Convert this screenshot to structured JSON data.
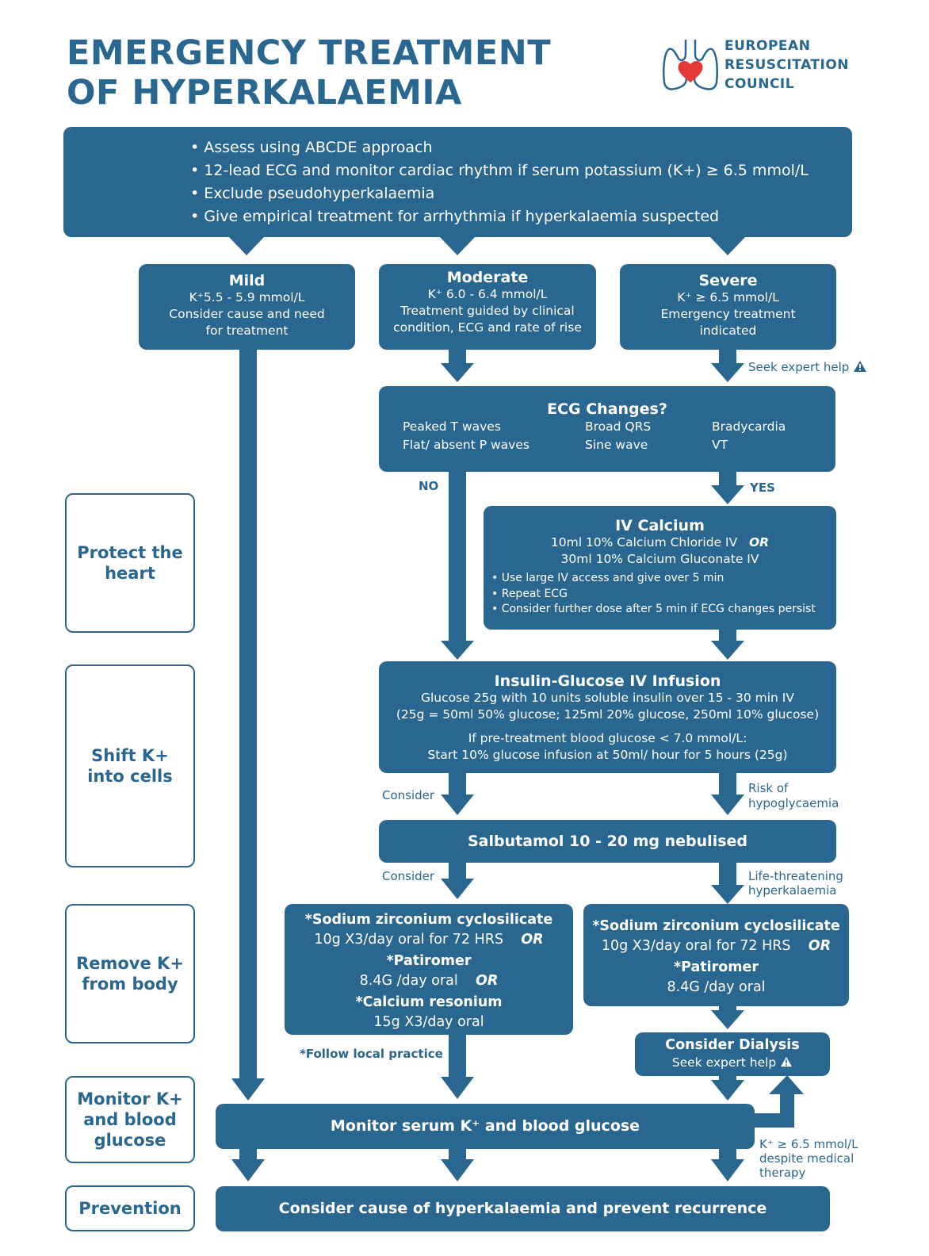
{
  "title": {
    "line1": "EMERGENCY TREATMENT",
    "line2": "OF HYPERKALAEMIA"
  },
  "logo": {
    "line1": "EUROPEAN",
    "line2": "RESUSCITATION",
    "line3": "COUNCIL",
    "icon": "lungs-heart-icon",
    "heart_color": "#e53935"
  },
  "colors": {
    "primary": "#2a6790",
    "text_on_primary": "#ffffff"
  },
  "assess": {
    "items": [
      "Assess using ABCDE approach",
      "12-lead ECG and monitor cardiac rhythm if serum potassium (K+) ≥ 6.5 mmol/L",
      "Exclude pseudohyperkalaemia",
      "Give empirical treatment for arrhythmia if hyperkalaemia suspected"
    ]
  },
  "mild": {
    "heading": "Mild",
    "line1": "K⁺5.5 - 5.9 mmol/L",
    "line2": "Consider cause and need",
    "line3": "for treatment"
  },
  "moderate": {
    "heading": "Moderate",
    "line1": "K⁺ 6.0 - 6.4 mmol/L",
    "line2": "Treatment guided by clinical",
    "line3": "condition, ECG and rate of rise"
  },
  "severe": {
    "heading": "Severe",
    "line1": "K⁺ ≥ 6.5 mmol/L",
    "line2": "Emergency treatment",
    "line3": "indicated"
  },
  "seek_expert": "Seek expert help",
  "ecg": {
    "heading": "ECG Changes?",
    "col1": [
      "Peaked T waves",
      "Flat/ absent P waves"
    ],
    "col2": [
      "Broad QRS",
      "Sine wave"
    ],
    "col3": [
      "Bradycardia",
      "VT"
    ]
  },
  "no_label": "NO",
  "yes_label": "YES",
  "iv_calcium": {
    "heading": "IV Calcium",
    "line1": "10ml 10% Calcium Chloride IV",
    "or": "OR",
    "line2": "30ml 10% Calcium Gluconate IV",
    "bullets": [
      "Use large IV access and give over 5 min",
      "Repeat ECG",
      "Consider further dose after 5 min if ECG changes persist"
    ]
  },
  "insulin": {
    "heading": "Insulin-Glucose IV Infusion",
    "line1": "Glucose 25g with 10 units soluble insulin over 15 - 30 min IV",
    "line2": "(25g = 50ml 50% glucose; 125ml 20% glucose, 250ml 10% glucose)",
    "line3": "If pre-treatment blood glucose < 7.0 mmol/L:",
    "line4": "Start 10% glucose infusion at 50ml/ hour for 5 hours (25g)"
  },
  "consider_label": "Consider",
  "risk_label": {
    "line1": "Risk of",
    "line2": "hypoglycaemia"
  },
  "salbutamol": "Salbutamol 10 - 20 mg nebulised",
  "life_label": {
    "line1": "Life-threatening",
    "line2": "hyperkalaemia"
  },
  "remove_left": {
    "d1": "*Sodium zirconium cyclosilicate",
    "d1_dose": "10g X3/day oral for 72 HRS",
    "or": "OR",
    "d2": "*Patiromer",
    "d2_dose": "8.4G /day oral",
    "d3": "*Calcium resonium",
    "d3_dose": "15g X3/day oral"
  },
  "remove_right": {
    "d1": "*Sodium zirconium cyclosilicate",
    "d1_dose": "10g X3/day oral for 72 HRS",
    "or": "OR",
    "d2": "*Patiromer",
    "d2_dose": "8.4G /day oral"
  },
  "follow_local": "*Follow local practice",
  "dialysis": {
    "heading": "Consider  Dialysis",
    "line": "Seek expert help"
  },
  "monitor": "Monitor serum K⁺ and blood glucose",
  "despite": {
    "line1": "K⁺ ≥ 6.5 mmol/L",
    "line2": "despite medical",
    "line3": "therapy"
  },
  "prevention": "Consider cause of hyperkalaemia and prevent recurrence",
  "sidebar": {
    "protect": [
      "Protect the",
      "heart"
    ],
    "shift": [
      "Shift K+",
      "into cells"
    ],
    "remove": [
      "Remove K+",
      "from body"
    ],
    "monitor": [
      "Monitor K+",
      "and blood",
      "glucose"
    ],
    "prevention": [
      "Prevention"
    ]
  }
}
